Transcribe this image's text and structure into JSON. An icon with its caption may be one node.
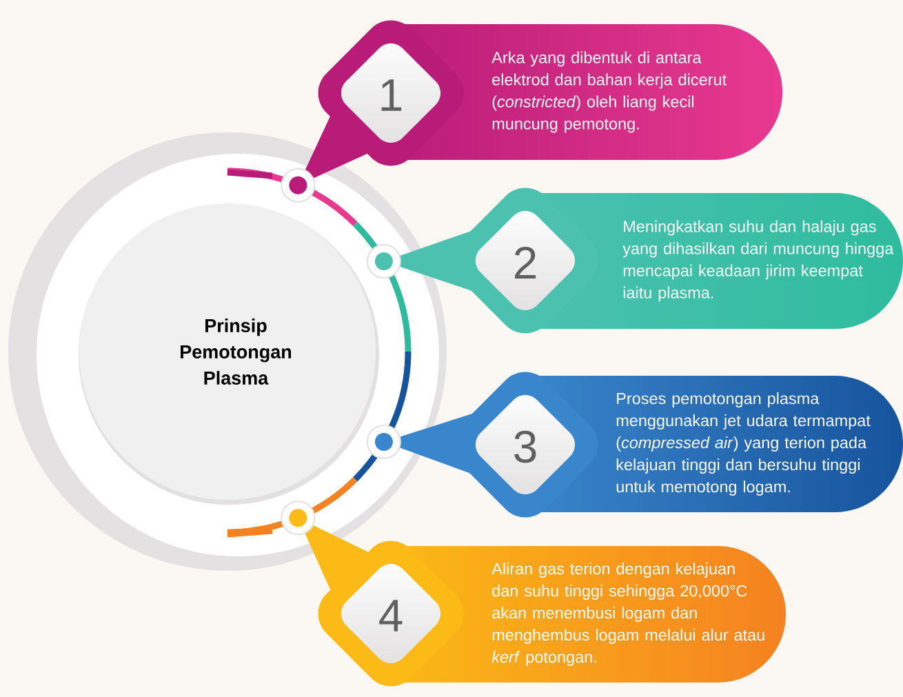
{
  "diagram": {
    "nodes": [
      {
        "text": [
          "Prinsip Pemotongan Plasma"
        ]
      },
      {
        "text": [
          "1",
          "Arka yang dibentuk di antara elektrod dan bahan kerja dicerut (*constricted*) oleh liang kecil muncung pemotong."
        ]
      },
      {
        "text": [
          "2",
          "Meningkatkan suhu dan halaju gas yang dihasilkan dari muncung hingga mencapai keadaan jirim keempat iaitu plasma."
        ]
      },
      {
        "text": [
          "3",
          "Proses pemotongan plasma menggunakan jet udara termampat (*compressed air*) yang terion pada kelajuan tinggi dan bersuhu tinggi untuk memotong logam."
        ]
      },
      {
        "text": [
          "4",
          "Aliran gas terion dengan kelajuan dan suhu tinggi sehingga 20,000°C akan menembusi logam dan menghembus logam melalui alur atau *kerf* potongan."
        ]
      }
    ]
  }
}
